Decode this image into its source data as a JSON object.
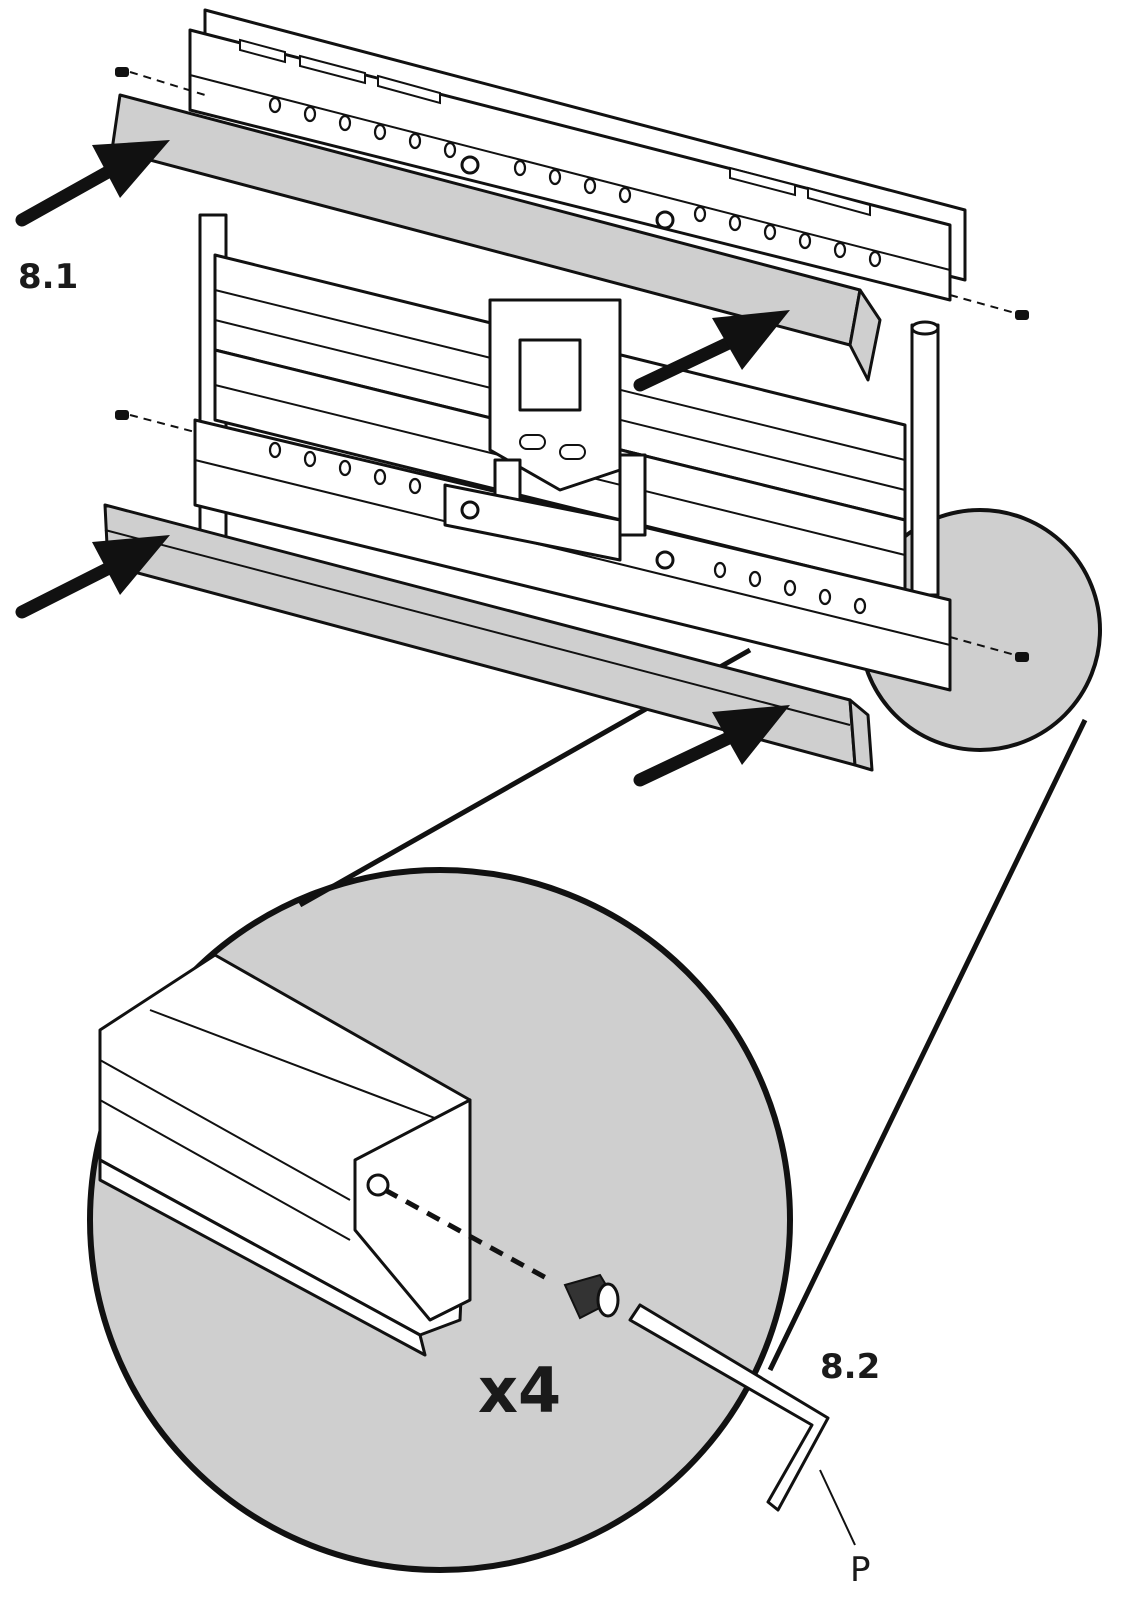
{
  "labels": {
    "step_a": "8.1",
    "step_b": "8.2",
    "quantity": "x4",
    "part_letter": "P"
  }
}
